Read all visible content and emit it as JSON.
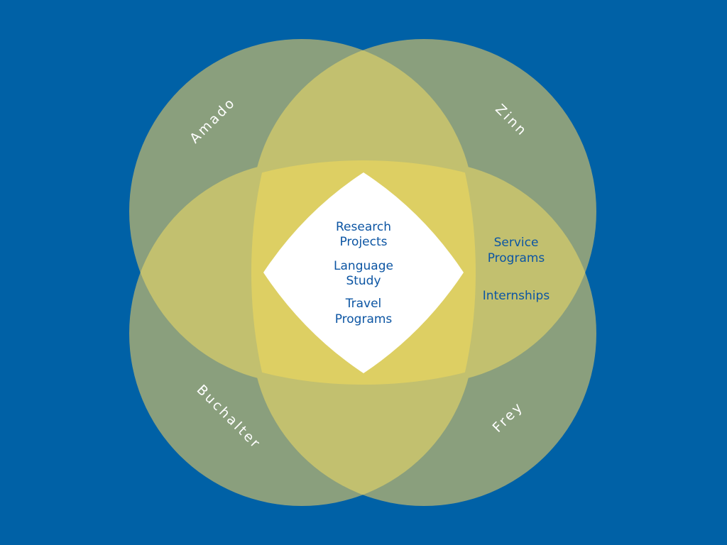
{
  "colors": {
    "background": "#0061a6",
    "circle_fill": "#8a9f7d",
    "overlap_fill": "#c2c06f",
    "triple_fill": "#ddcf63",
    "center_fill": "#ffffff",
    "name_text": "#ffffff",
    "item_text": "#0c55a3"
  },
  "circles": [
    {
      "id": "amado",
      "name": "Amado"
    },
    {
      "id": "zinn",
      "name": "Zinn"
    },
    {
      "id": "buchalter",
      "name": "Buchalter"
    },
    {
      "id": "frey",
      "name": "Frey"
    }
  ],
  "center_items": [
    {
      "line1": "Research",
      "line2": "Projects"
    },
    {
      "line1": "Language",
      "line2": "Study"
    },
    {
      "line1": "Travel",
      "line2": "Programs"
    }
  ],
  "right_items": [
    {
      "line1": "Service",
      "line2": "Programs"
    },
    {
      "line1": "Internships",
      "line2": ""
    }
  ]
}
